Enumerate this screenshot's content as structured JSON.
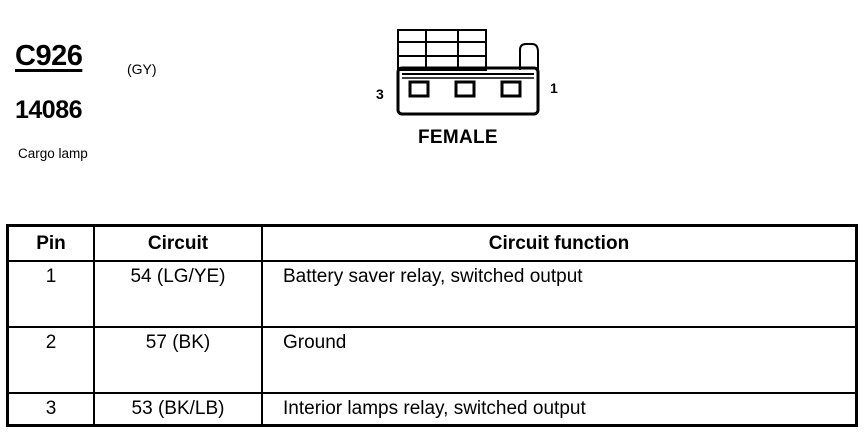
{
  "header": {
    "connector_id": "C926",
    "color_code": "(GY)",
    "part_number": "14086",
    "description": "Cargo lamp"
  },
  "connector_diagram": {
    "pin_left_label": "3",
    "pin_right_label": "1",
    "gender": "FEMALE"
  },
  "table": {
    "headers": {
      "pin": "Pin",
      "circuit": "Circuit",
      "function": "Circuit function"
    },
    "rows": [
      {
        "pin": "1",
        "circuit": "54 (LG/YE)",
        "function": "Battery saver relay, switched output"
      },
      {
        "pin": "2",
        "circuit": "57 (BK)",
        "function": "Ground"
      },
      {
        "pin": "3",
        "circuit": "53 (BK/LB)",
        "function": "Interior lamps relay, switched output"
      }
    ]
  }
}
